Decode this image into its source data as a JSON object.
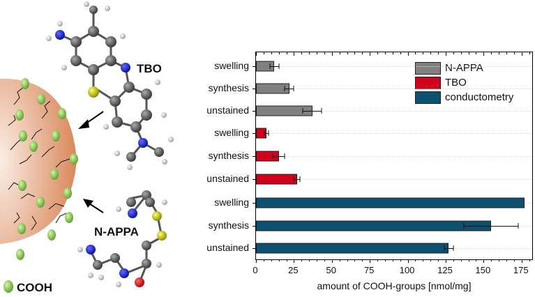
{
  "illustration": {
    "molecule_top_label": "TBO",
    "molecule_bottom_label": "N-APPA",
    "legend_label": "COOH"
  },
  "chart_data": {
    "type": "bar",
    "orientation": "horizontal",
    "title": "",
    "xlabel": "amount of COOH-groups [nmol/mg]",
    "ylabel": "",
    "xlim": [
      0,
      180
    ],
    "xticks": [
      0,
      25,
      50,
      75,
      100,
      125,
      150,
      175
    ],
    "grid": "dotted horizontal",
    "legend_position": "upper right",
    "legend": [
      "N-APPA",
      "TBO",
      "conductometry"
    ],
    "colors": {
      "N-APPA": "#808080",
      "TBO": "#d0021b",
      "conductometry": "#0d5070"
    },
    "groups": [
      {
        "series": "N-APPA",
        "categories": [
          "swelling",
          "synthesis",
          "unstained"
        ],
        "values": [
          12,
          22,
          37
        ],
        "errors": [
          3,
          3,
          6
        ]
      },
      {
        "series": "TBO",
        "categories": [
          "swelling",
          "synthesis",
          "unstained"
        ],
        "values": [
          7,
          15,
          27
        ],
        "errors": [
          1.5,
          4,
          2
        ]
      },
      {
        "series": "conductometry",
        "categories": [
          "swelling",
          "synthesis",
          "unstained"
        ],
        "values": [
          177,
          155,
          127
        ],
        "errors": [
          0,
          18,
          3
        ]
      }
    ]
  }
}
